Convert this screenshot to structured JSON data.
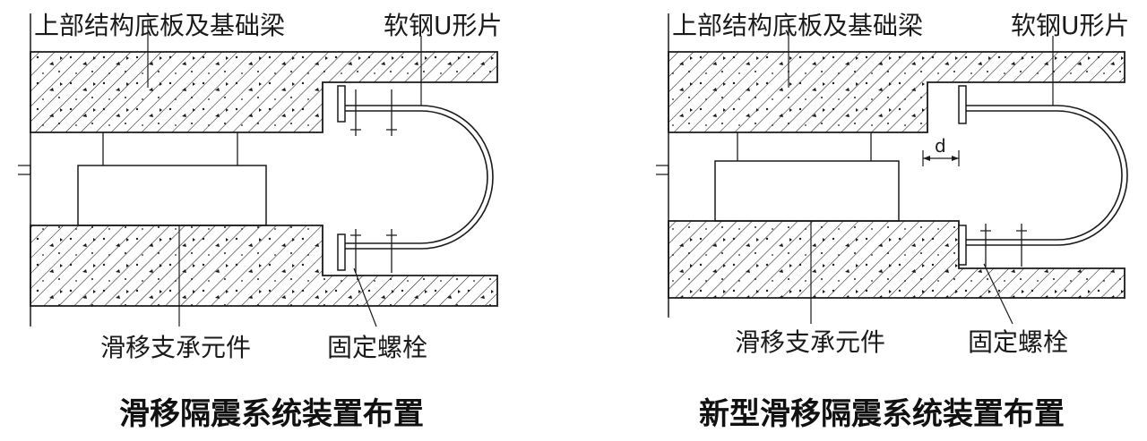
{
  "colors": {
    "line": "#1a1a1a",
    "background": "#ffffff"
  },
  "left": {
    "label_structure": "上部结构底板及基础梁",
    "label_u_plate": "软钢U形片",
    "label_bearing": "滑移支承元件",
    "label_bolt": "固定螺栓",
    "caption": "滑移隔震系统装置布置"
  },
  "right": {
    "label_structure": "上部结构底板及基础梁",
    "label_u_plate": "软钢U形片",
    "label_gap": "d",
    "label_bearing": "滑移支承元件",
    "label_bolt": "固定螺栓",
    "caption": "新型滑移隔震系统装置布置"
  }
}
